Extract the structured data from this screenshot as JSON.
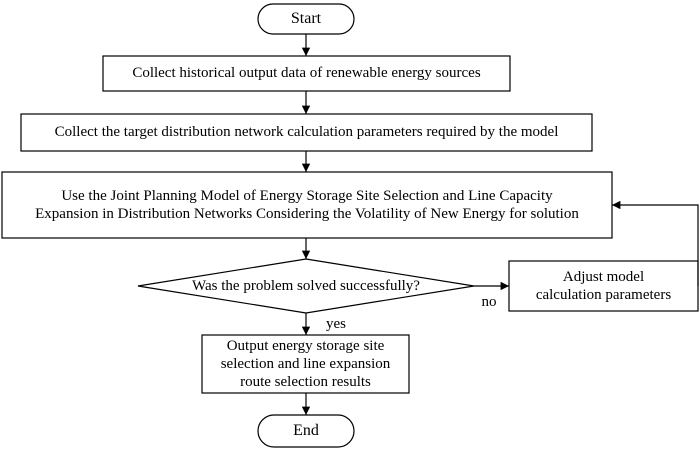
{
  "nodes": {
    "start": "Start",
    "collect_historical": "Collect historical output data of renewable energy sources",
    "collect_parameters": "Collect the target distribution network calculation parameters required by the model",
    "solve_model": [
      "Use the Joint Planning Model of Energy Storage Site Selection and Line Capacity",
      "Expansion in Distribution Networks Considering the Volatility of New Energy for solution"
    ],
    "decision": "Was the problem solved successfully?",
    "adjust": [
      "Adjust model",
      "calculation parameters"
    ],
    "output": [
      "Output energy storage site",
      "selection and line expansion",
      "route selection results"
    ],
    "end": "End"
  },
  "edge_labels": {
    "no": "no",
    "yes": "yes"
  }
}
